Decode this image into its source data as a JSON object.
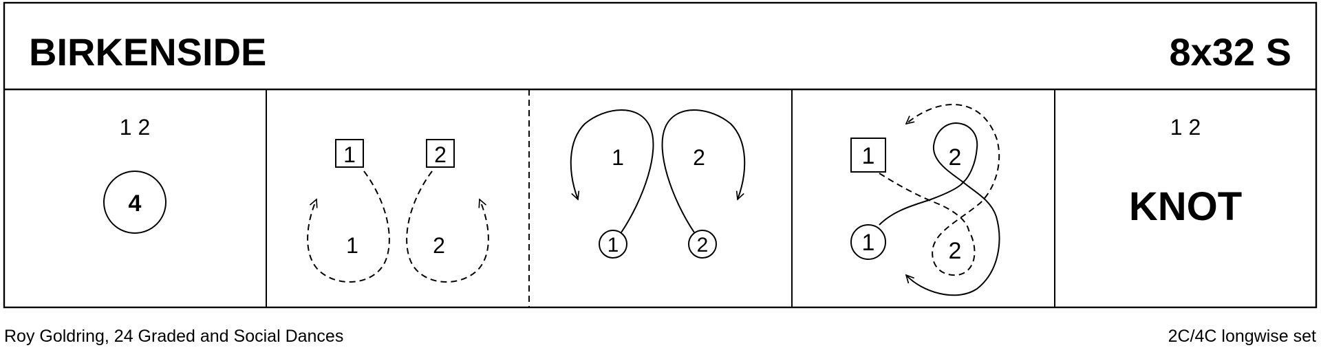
{
  "title": "BIRKENSIDE",
  "formation_code": "8x32 S",
  "panels": [
    {
      "header": "1 2",
      "bars_label": "4"
    },
    {
      "dancers_top": [
        "1",
        "2"
      ],
      "labels": [
        "1",
        "2"
      ]
    },
    {
      "labels": [
        "1",
        "2"
      ],
      "dancers": [
        "1",
        "2"
      ]
    },
    {
      "dancers": [
        "1",
        "2",
        "1",
        "2"
      ]
    },
    {
      "header": "1 2",
      "figure": "KNOT"
    }
  ],
  "footer": {
    "source": "Roy Goldring, 24 Graded and Social Dances",
    "set_type": "2C/4C longwise set"
  }
}
